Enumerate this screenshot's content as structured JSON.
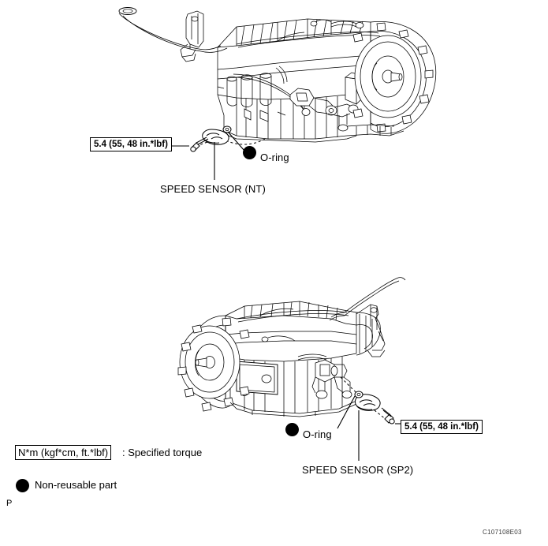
{
  "document": {
    "type": "service-manual-exploded-diagram",
    "figure_code": "C107108E03",
    "page_marker": "P"
  },
  "upper_figure": {
    "name": "automatic-transaxle-speed-sensor-nt",
    "torque_label": "5.4 (55, 48 in.*lbf)",
    "oring_label": "O-ring",
    "sensor_label": "SPEED SENSOR (NT)"
  },
  "lower_figure": {
    "name": "automatic-transaxle-speed-sensor-sp2",
    "torque_label": "5.4 (55, 48 in.*lbf)",
    "oring_label": "O-ring",
    "sensor_label": "SPEED SENSOR (SP2)"
  },
  "legend": {
    "torque_unit_box": "N*m (kgf*cm, ft.*lbf)",
    "torque_unit_suffix": ": Specified torque",
    "non_reusable_label": "Non-reusable part"
  },
  "colors": {
    "ink": "#000000",
    "paper": "#ffffff",
    "figure_code": "#3a3a3a"
  }
}
